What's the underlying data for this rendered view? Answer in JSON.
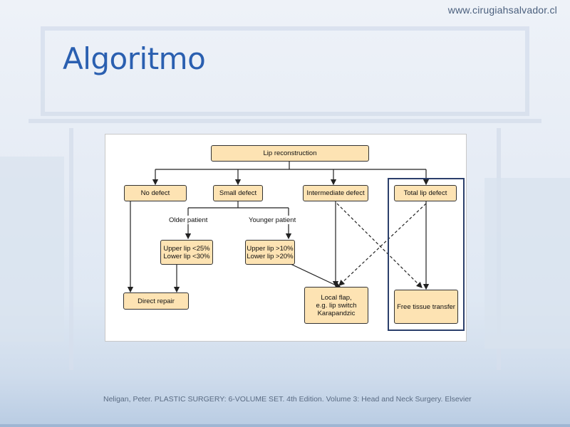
{
  "header": {
    "site_url": "www.cirugiahsalvador.cl",
    "title": "Algoritmo"
  },
  "diagram": {
    "nodes": {
      "root": "Lip reconstruction",
      "no_defect": "No defect",
      "small_defect": "Small defect",
      "intermediate_defect": "Intermediate defect",
      "total_defect": "Total lip defect",
      "older_criteria_1": "Upper lip <25%",
      "older_criteria_2": "Lower lip <30%",
      "younger_criteria_1": "Upper lip >10%",
      "younger_criteria_2": "Lower lip >20%",
      "direct_repair": "Direct repair",
      "local_flap_1": "Local flap,",
      "local_flap_2": "e.g. lip switch",
      "local_flap_3": "Karapandzic",
      "free_tissue": "Free tissue transfer"
    },
    "branch_labels": {
      "older": "Older patient",
      "younger": "Younger patient"
    },
    "colors": {
      "box_fill": "#fde3b3",
      "highlight_border": "#2b3f6b"
    }
  },
  "footer": {
    "citation": "Neligan, Peter. PLASTIC SURGERY: 6-VOLUME SET. 4th Edition. Volume 3: Head and Neck Surgery. Elsevier"
  }
}
